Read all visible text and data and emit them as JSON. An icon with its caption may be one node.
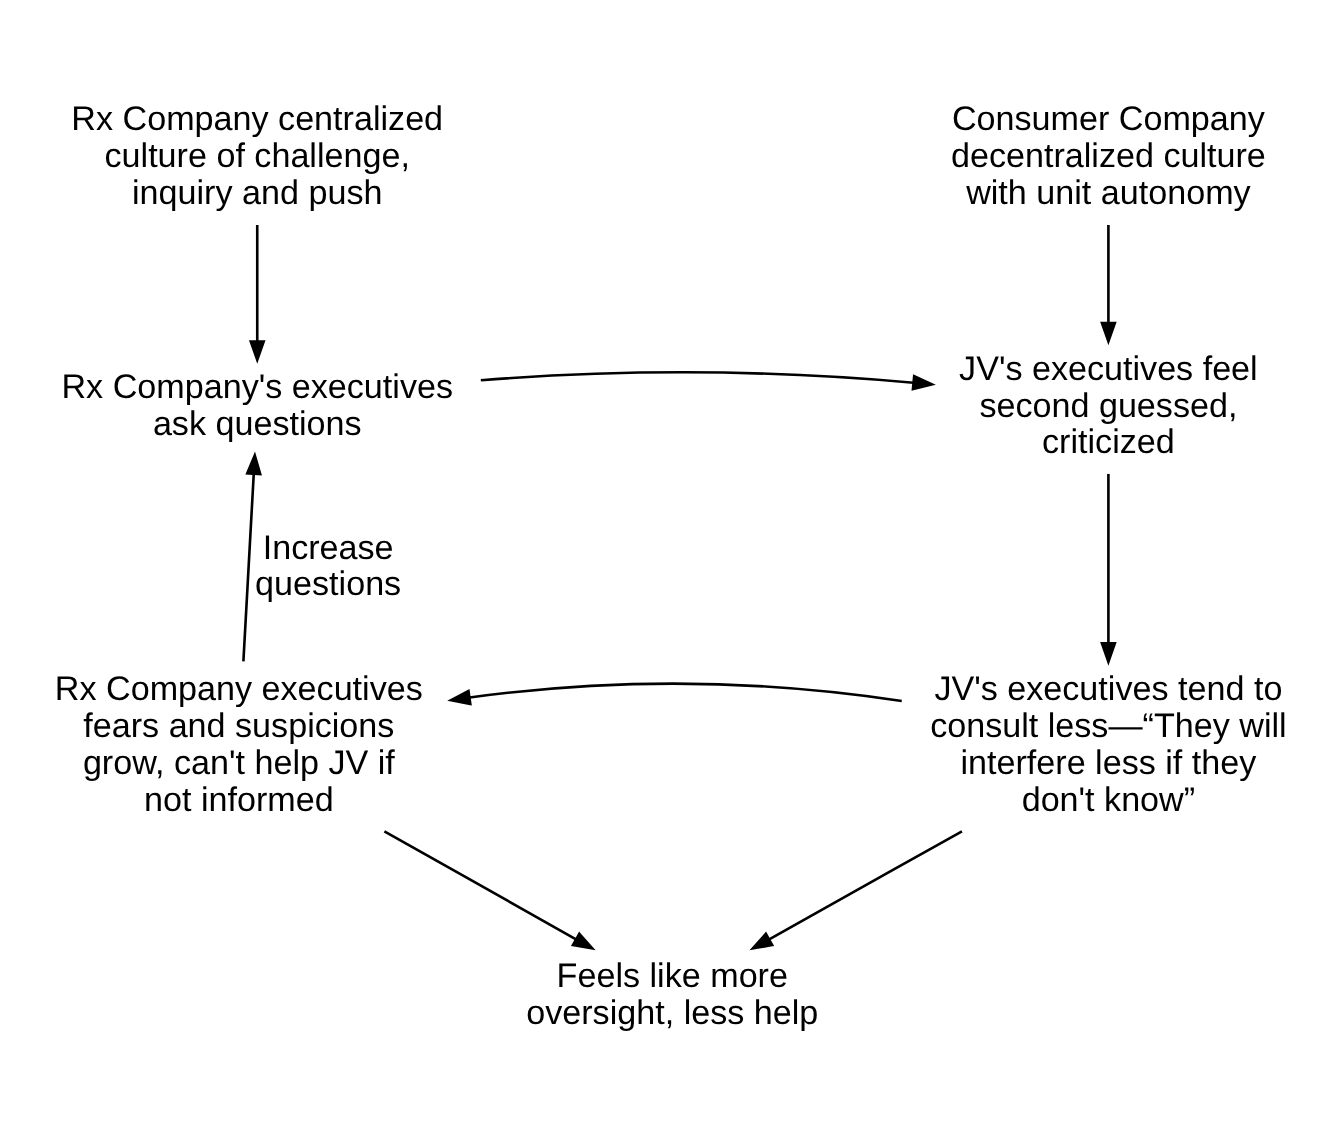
{
  "diagram": {
    "nodes": [
      {
        "text": [
          "Rx Company centralized culture of challenge, inquiry and push"
        ]
      },
      {
        "text": [
          "Consumer Company decentralized culture with unit autonomy"
        ]
      },
      {
        "text": [
          "Rx Company's executives ask questions"
        ]
      },
      {
        "text": [
          "JV's executives feel second guessed, criticized"
        ]
      },
      {
        "text": [
          "Rx Company executives fears and suspicions grow, can't help JV if not informed"
        ]
      },
      {
        "text": [
          "JV's executives tend to consult less—“They will interfere less if they don't know”"
        ]
      },
      {
        "text": [
          "Feels like more oversight, less help"
        ]
      }
    ],
    "edges": [
      {
        "from": 0,
        "to": 2,
        "arrow": "to"
      },
      {
        "from": 1,
        "to": 3,
        "arrow": "to"
      },
      {
        "from": 2,
        "to": 3,
        "arrow": "to"
      },
      {
        "from": 3,
        "to": 5,
        "arrow": "to"
      },
      {
        "from": 5,
        "to": 4,
        "arrow": "to"
      },
      {
        "from": 4,
        "to": 2,
        "arrow": "to",
        "label": "Increase questions"
      },
      {
        "from": 4,
        "to": 6,
        "arrow": "to"
      },
      {
        "from": 5,
        "to": 6,
        "arrow": "to"
      }
    ]
  }
}
